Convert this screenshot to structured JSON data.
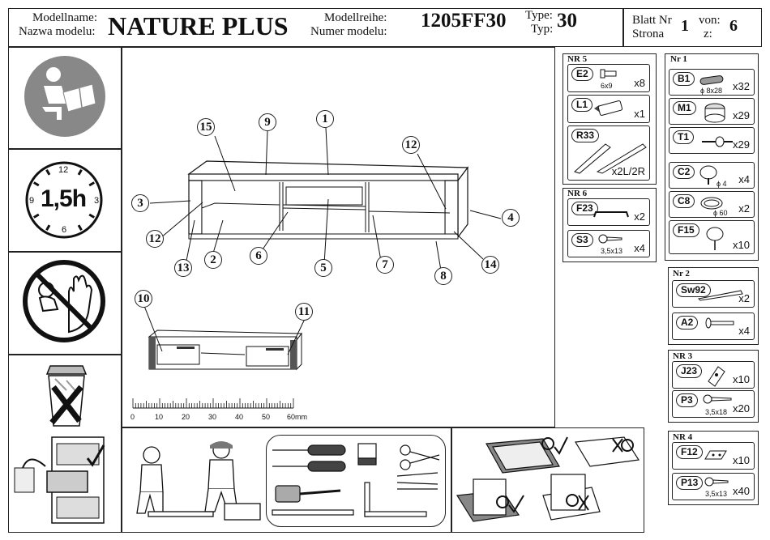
{
  "header": {
    "model_name_label_de": "Modellname:",
    "model_name_label_pl": "Nazwa modelu:",
    "model_name": "NATURE PLUS",
    "series_label_de": "Modellreihe:",
    "series_label_pl": "Numer modelu:",
    "series_number": "1205FF30",
    "type_label_de": "Type:",
    "type_label_pl": "Typ:",
    "type_value": "30",
    "sheet_label_de": "Blatt Nr",
    "sheet_label_pl": "Strona",
    "sheet_number": "1",
    "of_label_de": "von:",
    "of_label_pl": "z:",
    "total_sheets": "6"
  },
  "left_panel": {
    "time_hours": "1,5h",
    "clock_numbers": [
      "12",
      "3",
      "6",
      "9"
    ],
    "icons": [
      "read-manual-icon",
      "clock-icon",
      "no-children-icon",
      "no-trash-icon",
      "keep-in-cabinet-icon"
    ]
  },
  "assembly": {
    "callouts": [
      "15",
      "9",
      "1",
      "12",
      "3",
      "4",
      "12",
      "13",
      "2",
      "6",
      "5",
      "7",
      "8",
      "14",
      "10",
      "11"
    ],
    "ruler": {
      "labels": [
        "0",
        "10",
        "20",
        "30",
        "40",
        "50",
        "60mm"
      ]
    }
  },
  "parts": {
    "nr1": {
      "title": "Nr 1",
      "items": [
        {
          "code": "B1",
          "size": "ϕ 8x28",
          "qty": "x32"
        },
        {
          "code": "M1",
          "size": "",
          "qty": "x29"
        },
        {
          "code": "T1",
          "size": "",
          "qty": "x29"
        },
        {
          "code": "C2",
          "size": "ϕ 4",
          "qty": "x4"
        },
        {
          "code": "C8",
          "size": "ϕ 60",
          "qty": "x2"
        },
        {
          "code": "F15",
          "size": "",
          "qty": "x10"
        }
      ]
    },
    "nr2": {
      "title": "Nr 2",
      "items": [
        {
          "code": "Sw92",
          "size": "",
          "qty": "x2"
        },
        {
          "code": "A2",
          "size": "",
          "qty": "x4"
        }
      ]
    },
    "nr3": {
      "title": "NR 3",
      "items": [
        {
          "code": "J23",
          "size": "",
          "qty": "x10"
        },
        {
          "code": "P3",
          "size": "3,5x18",
          "qty": "x20"
        }
      ]
    },
    "nr4": {
      "title": "NR 4",
      "items": [
        {
          "code": "F12",
          "size": "",
          "qty": "x10"
        },
        {
          "code": "P13",
          "size": "3,5x13",
          "qty": "x40"
        }
      ]
    },
    "nr5": {
      "title": "NR 5",
      "items": [
        {
          "code": "E2",
          "size": "6x9",
          "qty": "x8"
        },
        {
          "code": "L1",
          "size": "",
          "qty": "x1"
        },
        {
          "code": "R33",
          "size": "",
          "qty": "x2L/2R"
        }
      ]
    },
    "nr6": {
      "title": "NR 6",
      "items": [
        {
          "code": "F23",
          "size": "",
          "qty": "x2"
        },
        {
          "code": "S3",
          "size": "3,5x13",
          "qty": "x4"
        }
      ]
    }
  }
}
